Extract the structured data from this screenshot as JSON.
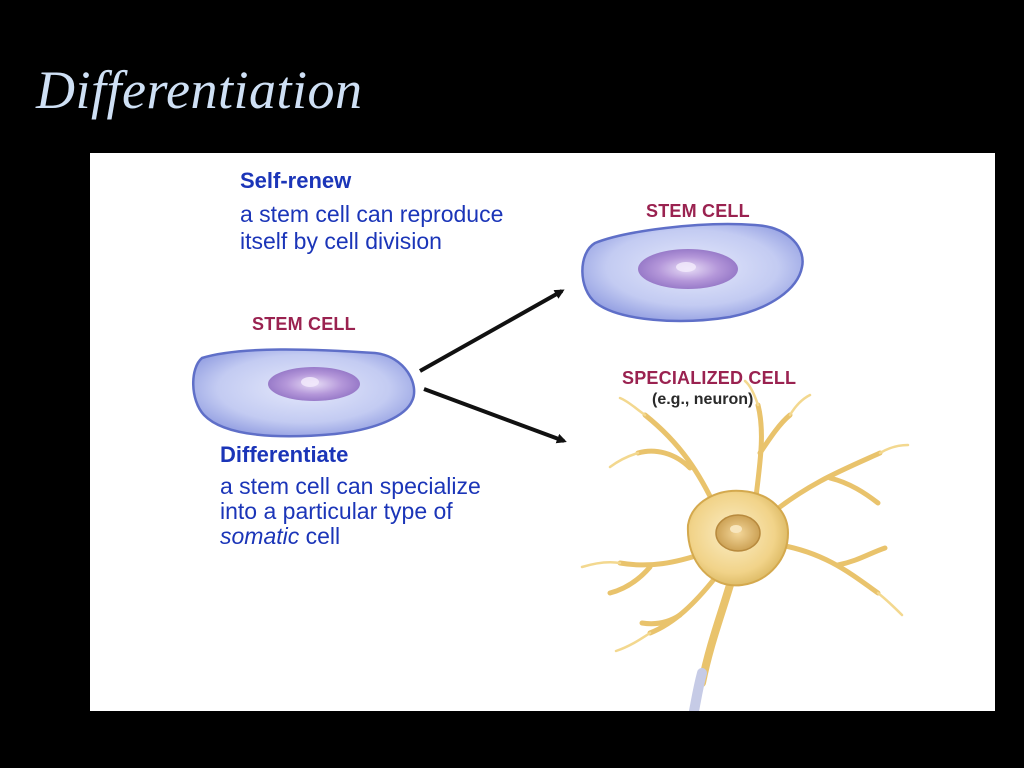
{
  "slide": {
    "title": "Differentiation"
  },
  "diagram": {
    "self_renew": {
      "heading": "Self-renew",
      "line1": "a stem cell can reproduce",
      "line2": "itself by cell division"
    },
    "differentiate": {
      "heading": "Differentiate",
      "line1": "a stem cell can specialize",
      "line2": "into a particular type of",
      "line3_italic": "somatic",
      "line3_rest": " cell"
    },
    "labels": {
      "stem_cell_left": "STEM CELL",
      "stem_cell_right": "STEM CELL",
      "specialized_cell": "SPECIALIZED CELL",
      "specialized_example": "(e.g., neuron)"
    },
    "colors": {
      "text_blue": "#1b35b8",
      "label_maroon": "#9a2250",
      "stem_cell_body": "#c3cbf2",
      "nucleus": "#9b78c8",
      "neuron_body": "#f1d389"
    }
  }
}
